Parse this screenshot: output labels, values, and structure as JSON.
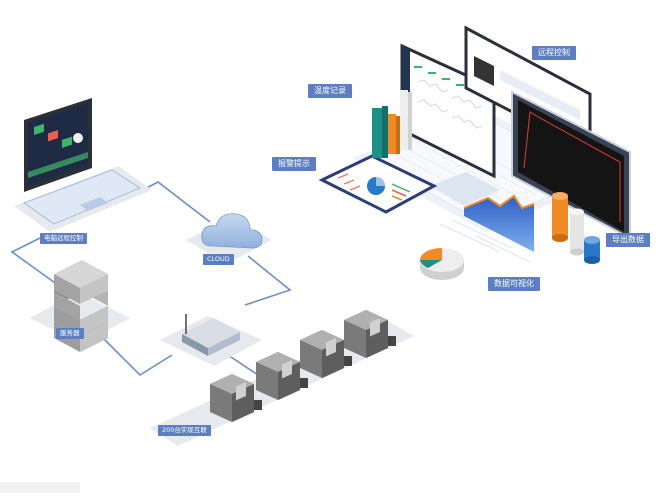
{
  "labels": {
    "remote_pc": "电脑远程控制",
    "cloud": "CLOUD",
    "server": "服务器",
    "devices": "200台实现互联",
    "temp_record": "温度记录",
    "remote_control": "远程控制",
    "alarm": "报警提示",
    "export": "导出数据",
    "visualization": "数据可视化"
  },
  "colors": {
    "tag": "#5b7fc2",
    "line": "#6d8fc9",
    "teal": "#1d8f86",
    "orange": "#f08a24",
    "blue": "#2a78c8",
    "navy": "#2c3e7a"
  }
}
